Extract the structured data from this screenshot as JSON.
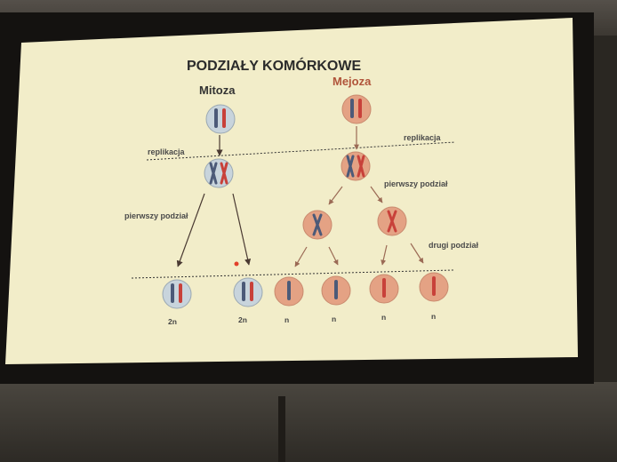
{
  "slide": {
    "title": "PODZIAŁY KOMÓRKOWE",
    "mitoza": "Mitoza",
    "mejoza": "Mejoza",
    "replikacja_left": "replikacja",
    "replikacja_right": "replikacja",
    "pierwszy_left": "pierwszy podział",
    "pierwszy_right": "pierwszy podział",
    "drugi": "drugi podział",
    "results": [
      "2n",
      "2n",
      "n",
      "n",
      "n",
      "n"
    ]
  },
  "colors": {
    "screen": "#f2edc9",
    "mitosis_cell": "#c8d4dc",
    "meiosis_cell": "#e4a284",
    "chrom_blue": "#4c5a78",
    "chrom_red": "#c8413a",
    "arrow": "#9b6a55",
    "dotted_line": "#333333"
  }
}
